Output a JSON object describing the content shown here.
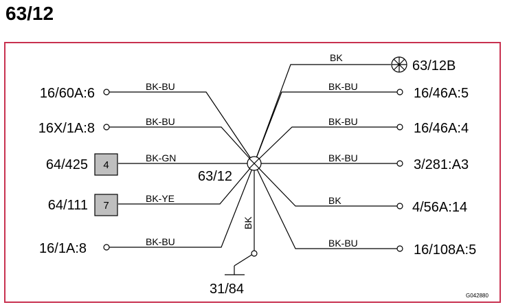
{
  "title": "63/12",
  "colors": {
    "frame": "#c8304f",
    "line": "#000000",
    "box_fill": "#bfbfbf"
  },
  "center": {
    "label": "63/12",
    "symbol": "connector-circle-crossed"
  },
  "connections": {
    "top": {
      "wire": "BK",
      "target": "63/12B",
      "terminal": "bulb-symbol"
    },
    "left": [
      {
        "target": "16/60A:6",
        "wire": "BK-BU",
        "terminal": "open-circle"
      },
      {
        "target": "16X/1A:8",
        "wire": "BK-BU",
        "terminal": "open-circle"
      },
      {
        "target": "64/425",
        "wire": "BK-GN",
        "terminal": "box",
        "box_label": "4"
      },
      {
        "target": "64/111",
        "wire": "BK-YE",
        "terminal": "box",
        "box_label": "7"
      },
      {
        "target": "16/1A:8",
        "wire": "BK-BU",
        "terminal": "open-circle"
      }
    ],
    "right": [
      {
        "target": "16/46A:5",
        "wire": "BK-BU",
        "terminal": "open-circle"
      },
      {
        "target": "16/46A:4",
        "wire": "BK-BU",
        "terminal": "open-circle"
      },
      {
        "target": "3/281:A3",
        "wire": "BK-BU",
        "terminal": "open-circle"
      },
      {
        "target": "4/56A:14",
        "wire": "BK",
        "terminal": "open-circle"
      },
      {
        "target": "16/108A:5",
        "wire": "BK-BU",
        "terminal": "open-circle"
      }
    ],
    "bottom": {
      "wire": "BK",
      "target": "31/84",
      "terminal": "ground-switch"
    }
  },
  "figure_code": "G042880"
}
